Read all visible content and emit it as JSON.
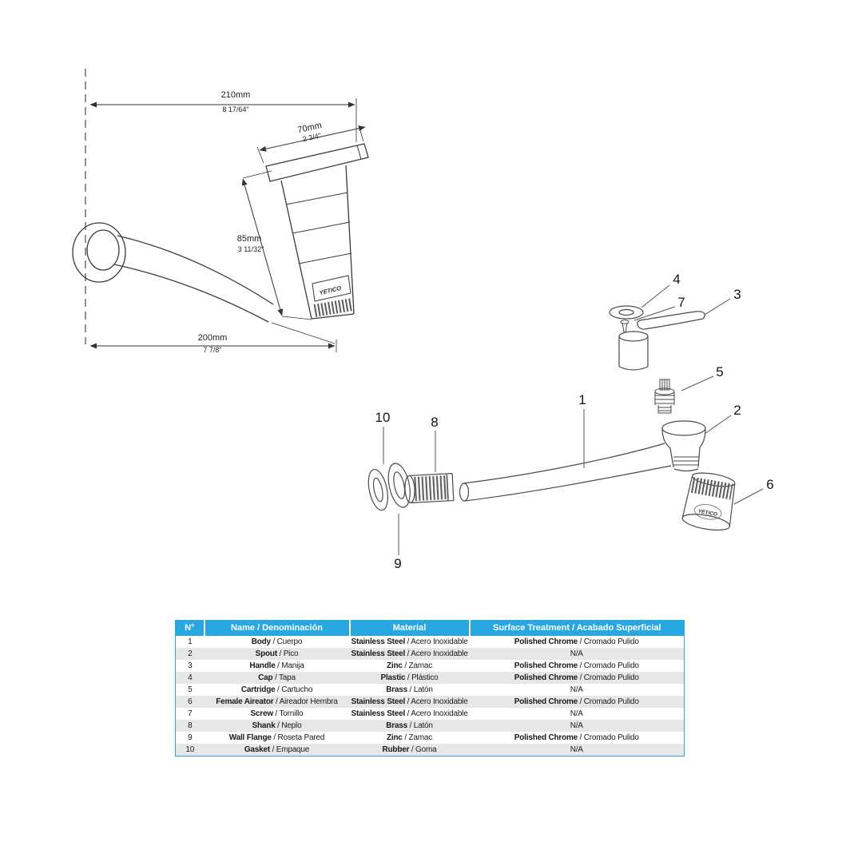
{
  "diagram": {
    "brand": "YETICO",
    "dims": {
      "d210_mm": "210mm",
      "d210_in": "8 17/64\"",
      "d70_mm": "70mm",
      "d70_in": "2 3/4\"",
      "d85_mm": "85mm",
      "d85_in": "3 11/32\"",
      "d200_mm": "200mm",
      "d200_in": "7 7/8\""
    },
    "callouts": {
      "c1": "1",
      "c2": "2",
      "c3": "3",
      "c4": "4",
      "c5": "5",
      "c6": "6",
      "c7": "7",
      "c8": "8",
      "c9": "9",
      "c10": "10"
    }
  },
  "table": {
    "accent_blue": "#29A7E0",
    "row_alt_gray": "#E7E7E8",
    "headers": {
      "no": "N°",
      "name": "Name /  Denominación",
      "material": "Material",
      "surface": "Surface Treatment / Acabado Superficial"
    },
    "rows": [
      {
        "no": "1",
        "name_b": "Body",
        "name_r": " / Cuerpo",
        "mat_b": "Stainless Steel",
        "mat_r": " / Acero Inoxidable",
        "surf_b": "Polished Chrome",
        "surf_r": " / Cromado Pulido"
      },
      {
        "no": "2",
        "name_b": "Spout",
        "name_r": " / Pico",
        "mat_b": "Stainless Steel",
        "mat_r": " / Acero Inoxidable",
        "surf_b": "",
        "surf_r": "N/A"
      },
      {
        "no": "3",
        "name_b": "Handle",
        "name_r": " / Manija",
        "mat_b": "Zinc",
        "mat_r": " / Zamac",
        "surf_b": "Polished Chrome",
        "surf_r": " / Cromado Pulido"
      },
      {
        "no": "4",
        "name_b": "Cap",
        "name_r": " / Tapa",
        "mat_b": "Plastic",
        "mat_r": " / Plástico",
        "surf_b": "Polished Chrome",
        "surf_r": " / Cromado Pulido"
      },
      {
        "no": "5",
        "name_b": "Cartridge",
        "name_r": " / Cartucho",
        "mat_b": "Brass",
        "mat_r": " / Latón",
        "surf_b": "",
        "surf_r": "N/A"
      },
      {
        "no": "6",
        "name_b": "Female Aireator",
        "name_r": " / Aireador Hembra",
        "mat_b": "Stainless Steel",
        "mat_r": " / Acero Inoxidable",
        "surf_b": "Polished Chrome",
        "surf_r": " / Cromado Pulido"
      },
      {
        "no": "7",
        "name_b": "Screw",
        "name_r": " / Tornillo",
        "mat_b": "Stainless Steel",
        "mat_r": " / Acero Inoxidable",
        "surf_b": "",
        "surf_r": "N/A"
      },
      {
        "no": "8",
        "name_b": "Shank",
        "name_r": " / Neplo",
        "mat_b": "Brass",
        "mat_r": " / Latón",
        "surf_b": "",
        "surf_r": "N/A"
      },
      {
        "no": "9",
        "name_b": "Wall Flange",
        "name_r": " / Roseta Pared",
        "mat_b": "Zinc",
        "mat_r": " / Zamac",
        "surf_b": "Polished Chrome",
        "surf_r": " / Cromado Pulido"
      },
      {
        "no": "10",
        "name_b": "Gasket",
        "name_r": "  / Empaque",
        "mat_b": "Rubber",
        "mat_r": " / Goma",
        "surf_b": "",
        "surf_r": "N/A"
      }
    ]
  }
}
